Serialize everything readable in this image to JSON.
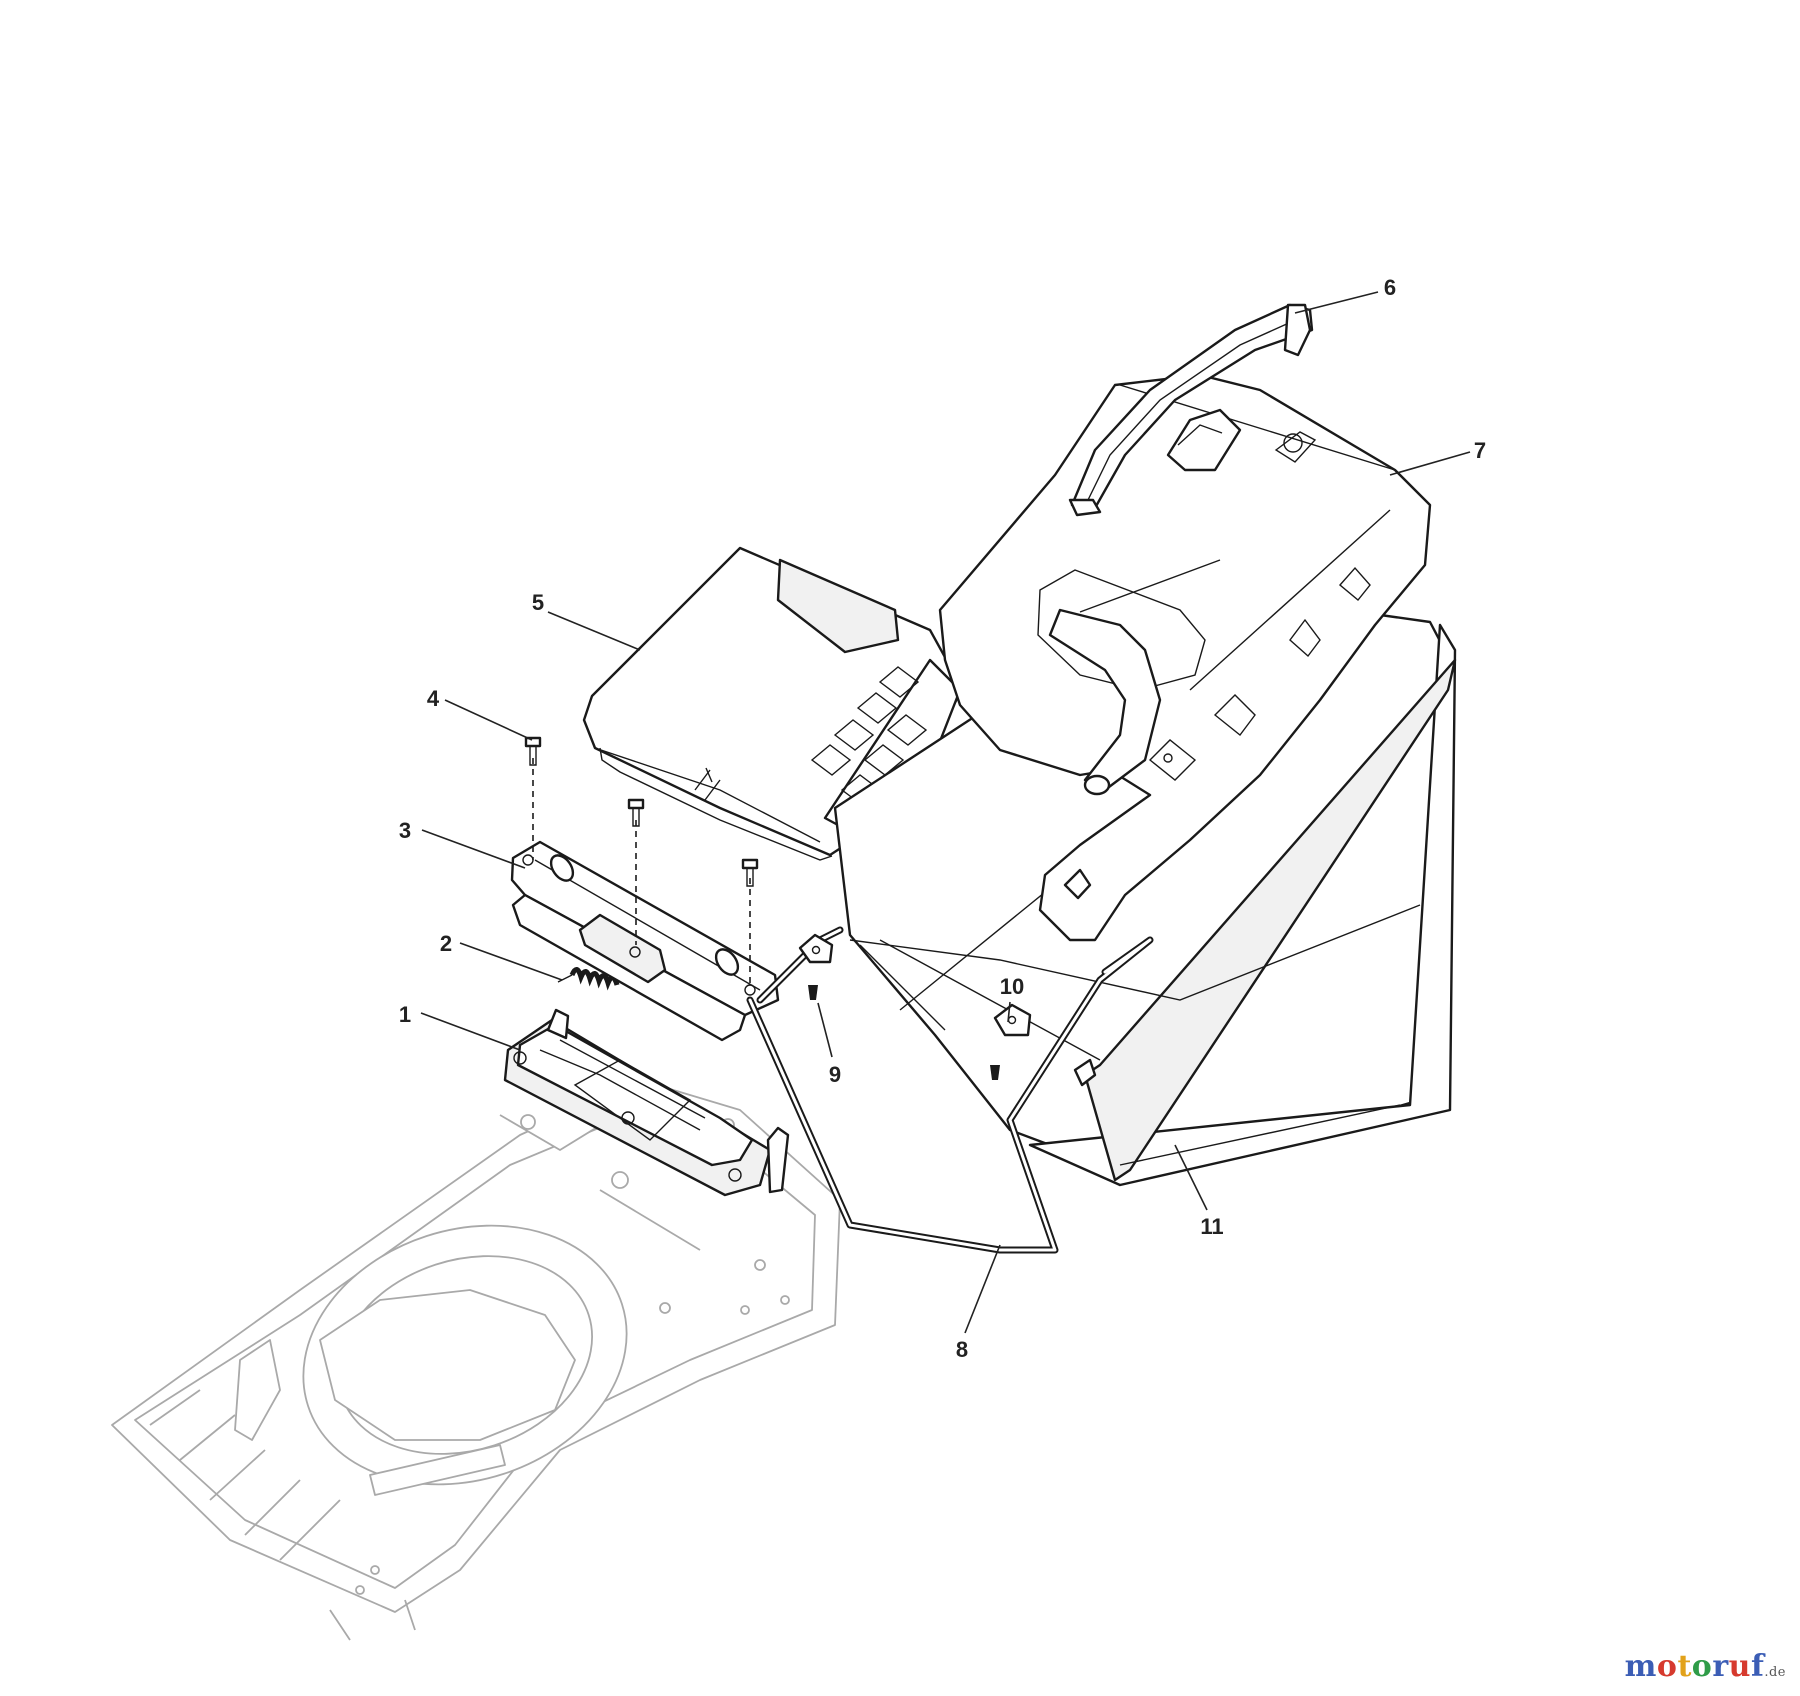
{
  "diagram": {
    "callouts": {
      "c1": "1",
      "c2": "2",
      "c3": "3",
      "c4": "4",
      "c5": "5",
      "c6": "6",
      "c7": "7",
      "c8": "8",
      "c9": "9",
      "c10": "10",
      "c11": "11"
    },
    "colors": {
      "line": "#1a1a1a",
      "ghost_line": "#a9a9a9",
      "background": "#ffffff"
    }
  },
  "watermark": {
    "letters": [
      "m",
      "o",
      "t",
      "o",
      "r",
      "u",
      "f"
    ],
    "letter_colors": [
      "#3b5db5",
      "#d63a2e",
      "#e2a21a",
      "#2f9c48",
      "#3b5db5",
      "#d63a2e",
      "#3b5db5"
    ],
    "tld": ".de"
  }
}
